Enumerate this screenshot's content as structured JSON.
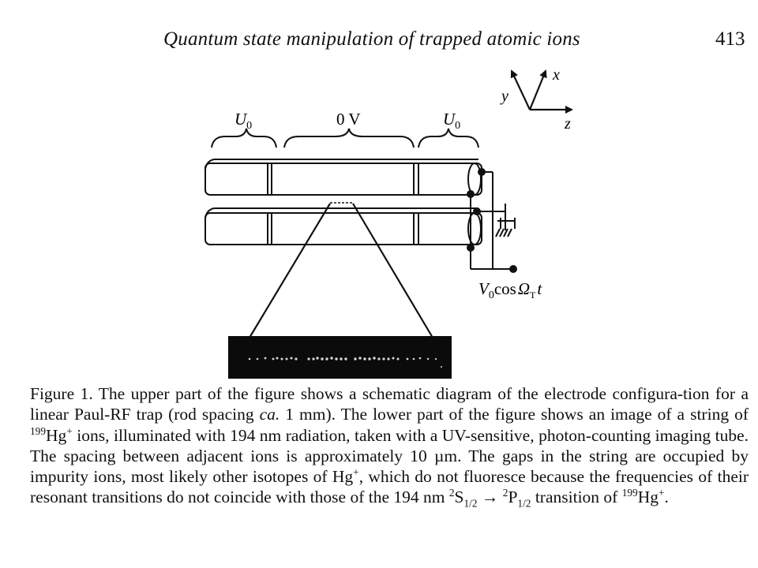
{
  "header": {
    "running_title": "Quantum state manipulation of trapped atomic ions",
    "page_number": "413"
  },
  "figure": {
    "segment_labels": {
      "left": "U",
      "left_sub": "0",
      "center": "0 V",
      "right": "U",
      "right_sub": "0"
    },
    "axes": {
      "x": "x",
      "y": "y",
      "z": "z"
    },
    "rf_label": {
      "v": "V",
      "v_sub": "0",
      "cos": "cos",
      "omega": "Ω",
      "omega_sub": "T",
      "t": "t"
    }
  },
  "caption": {
    "t1": "Figure 1. The upper part of the figure shows a schematic diagram of the electrode configura-tion for a linear Paul-RF trap (rod spacing ",
    "ca": "ca.",
    "t2": " 1 mm). The lower part of the figure shows an image of a string of ",
    "iso": "199",
    "hg": "Hg",
    "plus": "+",
    "t3": " ions, illuminated with 194 nm radiation, taken with a UV-sensitive, photon-counting imaging tube. The spacing between adjacent ions is approximately 10 µm. The gaps in the string are occupied by impurity ions, most likely other isotopes of Hg",
    "plus2": "+",
    "t4": ", which do not fluoresce because the frequencies of their resonant transitions do not coincide with those of the 194 nm ",
    "s_sup": "2",
    "s": "S",
    "s_sub": "1/2",
    "arrow": " → ",
    "p_sup": "2",
    "p": "P",
    "p_sub": "1/2",
    "t5": " transition of ",
    "iso2": "199",
    "hg2": "Hg",
    "plus3": "+",
    "t6": "."
  }
}
